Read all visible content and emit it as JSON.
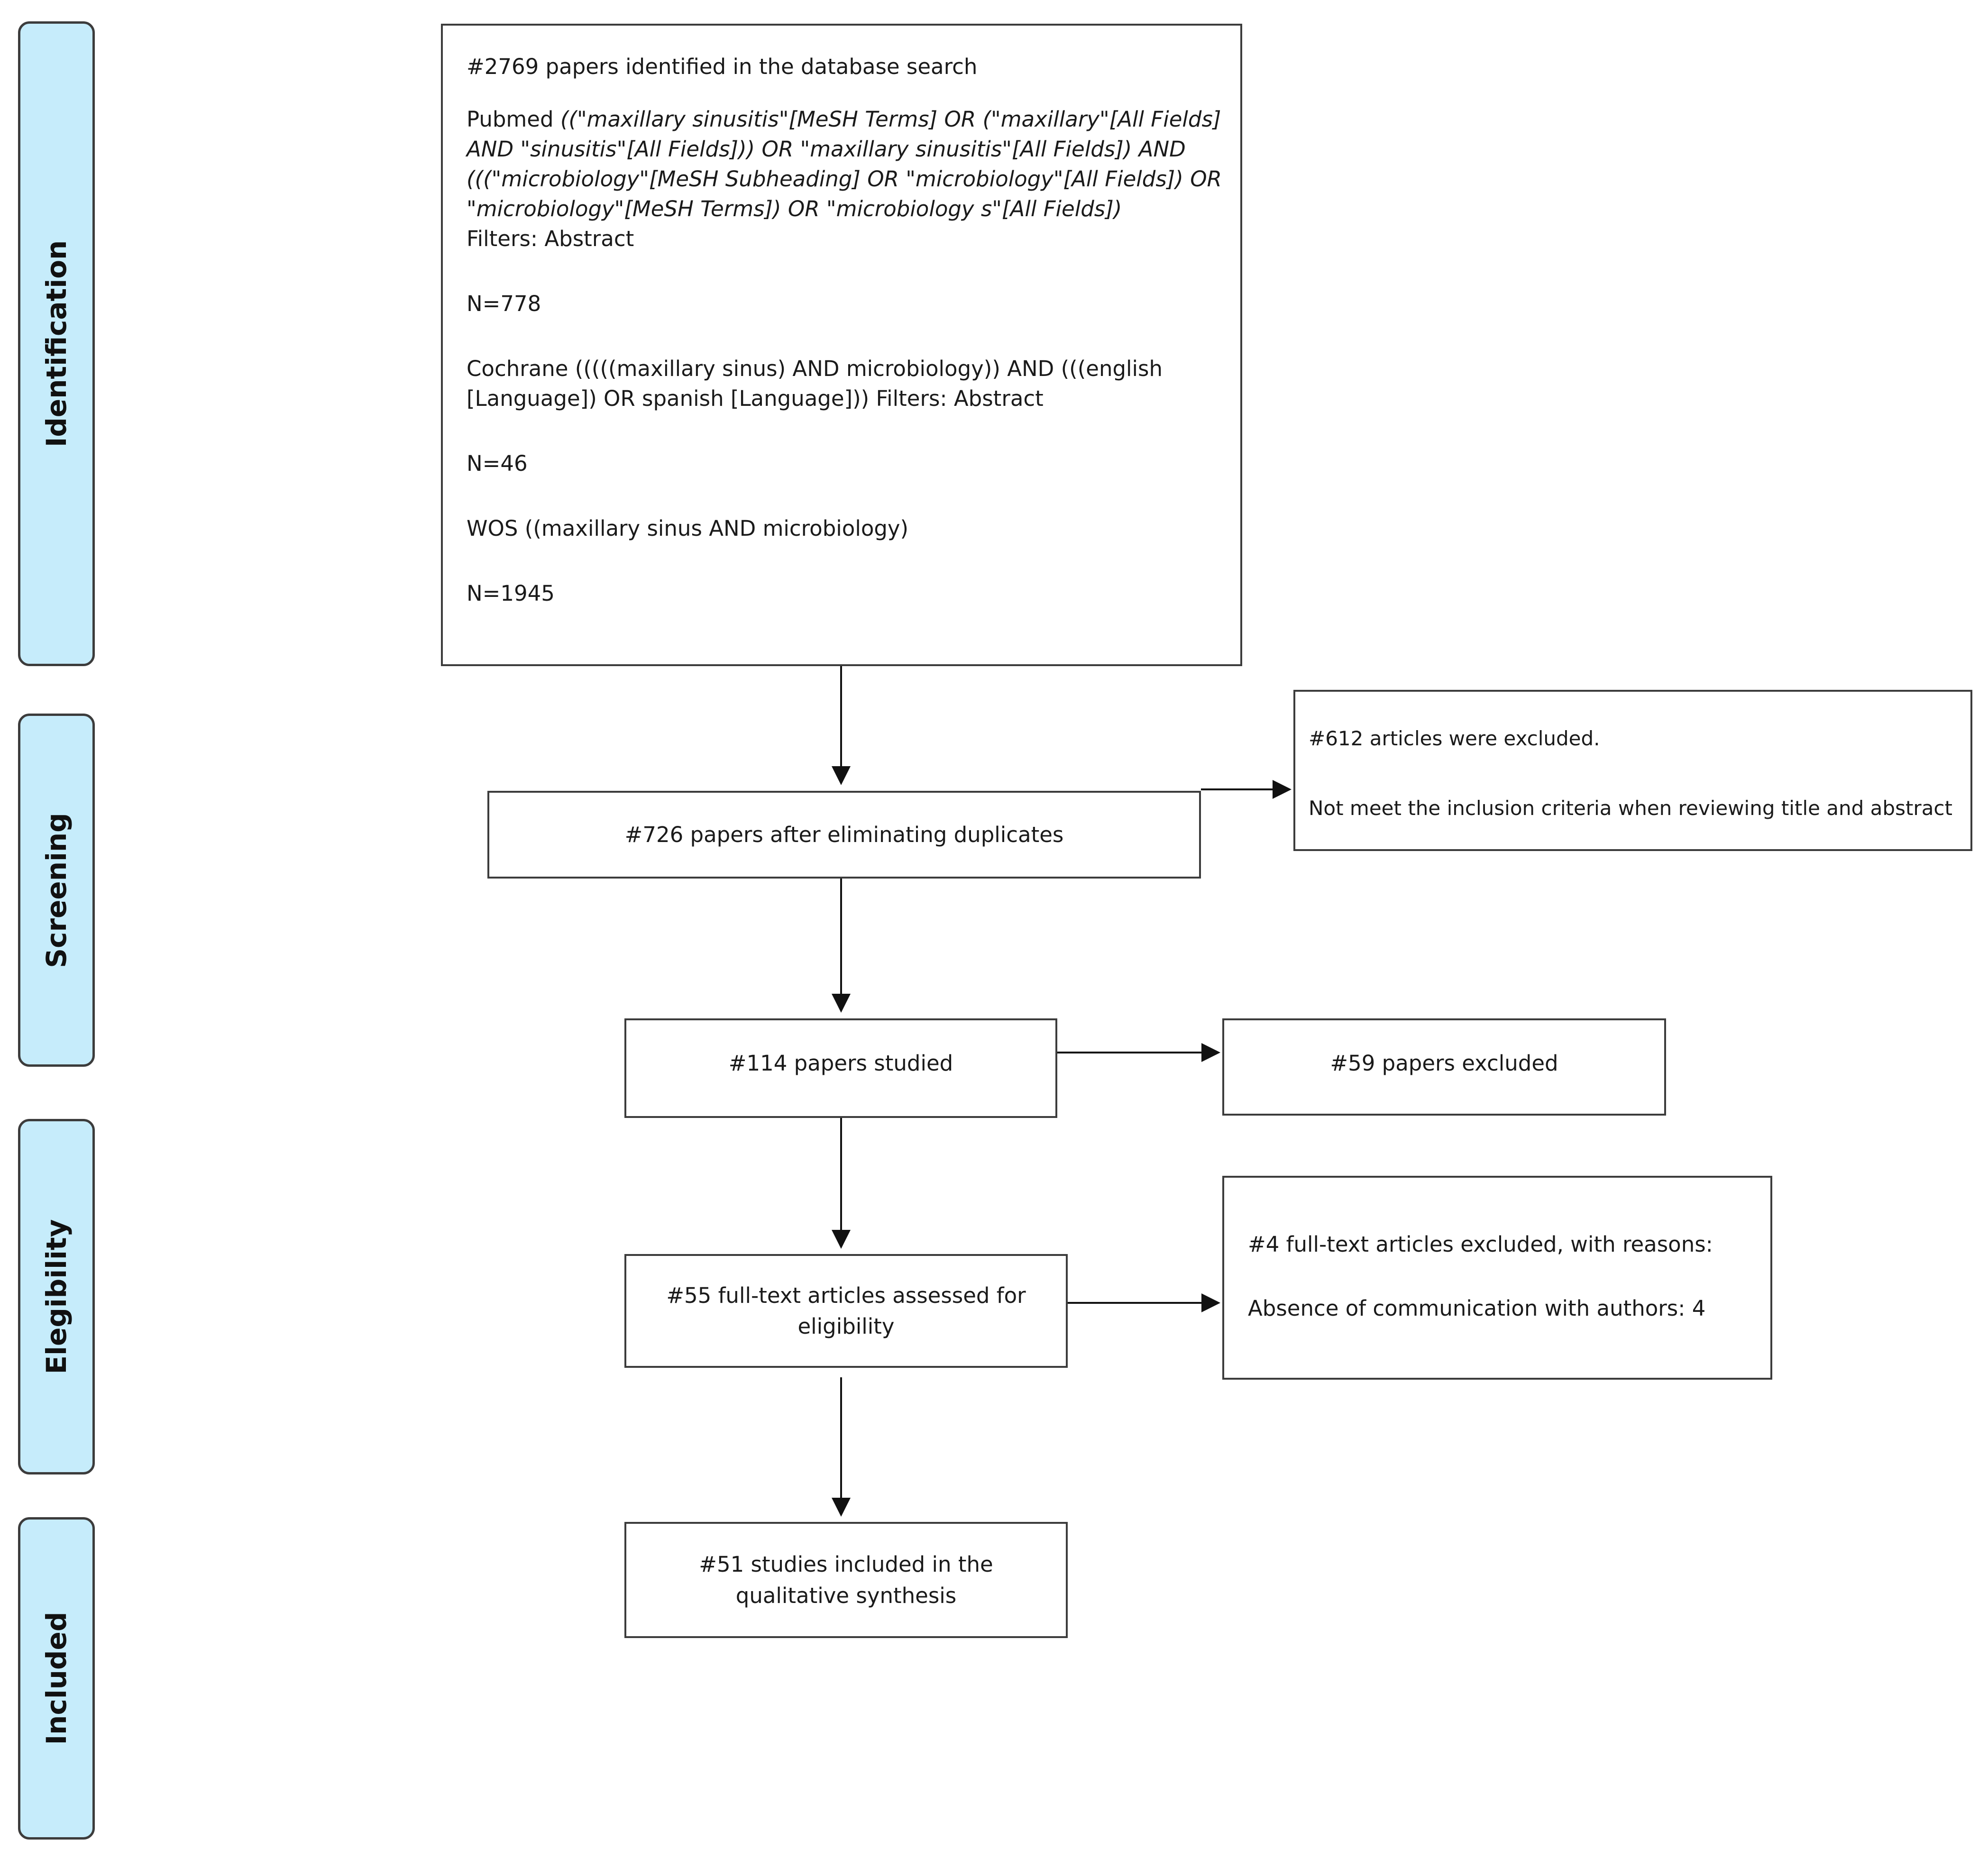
{
  "phases": {
    "identification": "Identification",
    "screening": "Screening",
    "elegibility": "Elegibility",
    "included": "Included"
  },
  "search": {
    "total": "#2769 papers identified in the database search",
    "pubmed_label": "Pubmed",
    "pubmed_query_1": "((\"maxillary sinusitis\"[MeSH Terms] OR (\"maxillary\"[All Fields]",
    "pubmed_query_2": "AND \"sinusitis\"[All Fields])) OR \"maxillary sinusitis\"[All Fields]) AND",
    "pubmed_query_3": "(((\"microbiology\"[MeSH Subheading] OR \"microbiology\"[All Fields]) OR",
    "pubmed_query_4": "\"microbiology\"[MeSH Terms]) OR \"microbiology s\"[All Fields])",
    "pubmed_filters": "Filters: Abstract",
    "pubmed_n": "N=778",
    "cochrane_1": "Cochrane (((((maxillary sinus) AND microbiology)) AND (((english",
    "cochrane_2": "[Language]) OR spanish [Language]))   Filters: Abstract",
    "cochrane_n": "N=46",
    "wos": "WOS ((maxillary sinus AND microbiology)",
    "wos_n": "N=1945"
  },
  "boxes": {
    "after_duplicates": "#726 papers after eliminating duplicates",
    "excluded_612": "#612 articles were excluded.",
    "excluded_612_reason": "Not meet the inclusion criteria when reviewing title and abstract",
    "studied": "#114 papers studied",
    "excluded_59": "#59 papers excluded",
    "fulltext_1": "#55 full-text articles assessed for",
    "fulltext_2": "eligibility",
    "excluded_4": "#4 full-text articles excluded, with reasons:",
    "excluded_4_reason": "Absence of communication with authors: 4",
    "included_1": "#51 studies included in the",
    "included_2": "qualitative synthesis"
  }
}
